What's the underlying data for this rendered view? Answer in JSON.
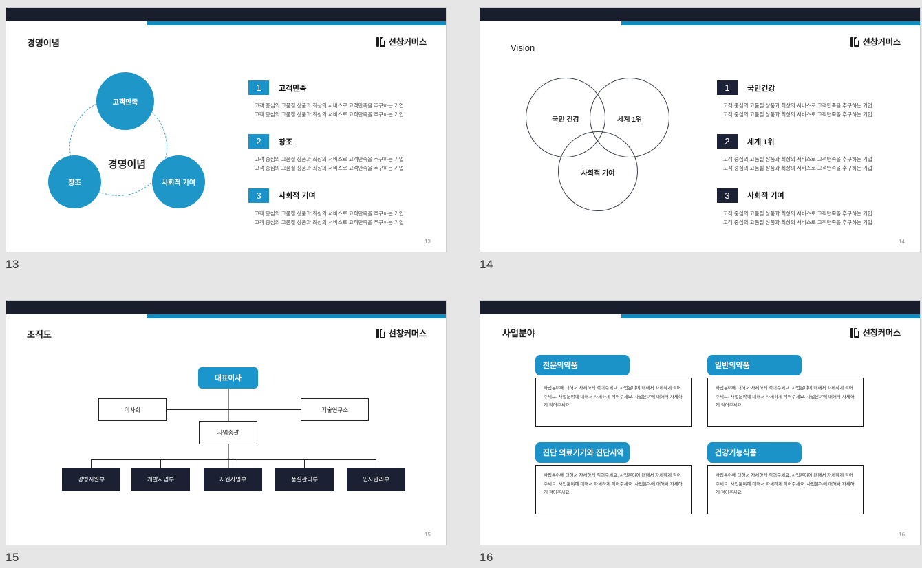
{
  "brand": {
    "logo_text": "선창커머스",
    "accent_blue": "#1b93c9",
    "dark_navy": "#191e2d",
    "page_bg": "#e6e6e6"
  },
  "common": {
    "body_line": "고객 중심의 고품질 상품과 최상의 서비스로 고객만족을 추구하는 기업",
    "card_body": "사업분야에 대해서 자세하게 적어주세요. 사업분야에 대해서 자세하게 적어주세요. 사업분야에 대해서 자세하게 적어주세요. 사업분야에 대해서 자세하게 적어주세요."
  },
  "slides": [
    {
      "caption": "13",
      "page_num": "13",
      "title": "경영이념",
      "logo_text": "선창커머스",
      "center_label": "경영이념",
      "circles": [
        {
          "label": "고객만족"
        },
        {
          "label": "창조"
        },
        {
          "label": "사회적 기여"
        }
      ],
      "items": [
        {
          "num": "1",
          "title": "고객만족",
          "line1": "고객 중심의 고품질 상품과 최상의 서비스로 고객만족을 추구하는 기업",
          "line2": "고객 중심의 고품질 상품과 최상의 서비스로 고객만족을 추구하는 기업"
        },
        {
          "num": "2",
          "title": "창조",
          "line1": "고객 중심의 고품질 상품과 최상의 서비스로 고객만족을 추구하는 기업",
          "line2": "고객 중심의 고품질 상품과 최상의 서비스로 고객만족을 추구하는 기업"
        },
        {
          "num": "3",
          "title": "사회적 기여",
          "line1": "고객 중심의 고품질 상품과 최상의 서비스로 고객만족을 추구하는 기업",
          "line2": "고객 중심의 고품질 상품과 최상의 서비스로 고객만족을 추구하는 기업"
        }
      ]
    },
    {
      "caption": "14",
      "page_num": "14",
      "title": "Vision",
      "logo_text": "선창커머스",
      "venn": [
        {
          "label": "국민 건강"
        },
        {
          "label": "세계 1위"
        },
        {
          "label": "사회적 기여"
        }
      ],
      "items": [
        {
          "num": "1",
          "title": "국민건강",
          "line1": "고객 중심의 고품질 상품과 최상의 서비스로 고객만족을 추구하는 기업",
          "line2": "고객 중심의 고품질 상품과 최상의 서비스로 고객만족을 추구하는 기업"
        },
        {
          "num": "2",
          "title": "세계 1위",
          "line1": "고객 중심의 고품질 상품과 최상의 서비스로 고객만족을 추구하는 기업",
          "line2": "고객 중심의 고품질 상품과 최상의 서비스로 고객만족을 추구하는 기업"
        },
        {
          "num": "3",
          "title": "사회적 기여",
          "line1": "고객 중심의 고품질 상품과 최상의 서비스로 고객만족을 추구하는 기업",
          "line2": "고객 중심의 고품질 상품과 최상의 서비스로 고객만족을 추구하는 기업"
        }
      ]
    },
    {
      "caption": "15",
      "page_num": "15",
      "title": "조직도",
      "logo_text": "선창커머스",
      "org": {
        "ceo": "대표이사",
        "left": "이사회",
        "right": "기술연구소",
        "mid": "사업총괄",
        "departments": [
          "경영지원부",
          "개발사업부",
          "지원사업부",
          "품질관리부",
          "인사관리부"
        ]
      }
    },
    {
      "caption": "16",
      "page_num": "16",
      "title": "사업분야",
      "logo_text": "선창커머스",
      "cards": [
        {
          "title": "전문의약품",
          "body": "사업분야에 대해서 자세하게 적어주세요. 사업분야에 대해서 자세하게 적어주세요. 사업분야에 대해서 자세하게 적어주세요. 사업분야에 대해서 자세하게 적어주세요."
        },
        {
          "title": "일반의약품",
          "body": "사업분야에 대해서 자세하게 적어주세요. 사업분야에 대해서 자세하게 적어주세요. 사업분야에 대해서 자세하게 적어주세요. 사업분야에 대해서 자세하게 적어주세요."
        },
        {
          "title": "진단 의료기기와 진단시약",
          "body": "사업분야에 대해서 자세하게 적어주세요. 사업분야에 대해서 자세하게 적어주세요. 사업분야에 대해서 자세하게 적어주세요. 사업분야에 대해서 자세하게 적어주세요."
        },
        {
          "title": "건강기능식품",
          "body": "사업분야에 대해서 자세하게 적어주세요. 사업분야에 대해서 자세하게 적어주세요. 사업분야에 대해서 자세하게 적어주세요. 사업분야에 대해서 자세하게 적어주세요."
        }
      ]
    }
  ]
}
